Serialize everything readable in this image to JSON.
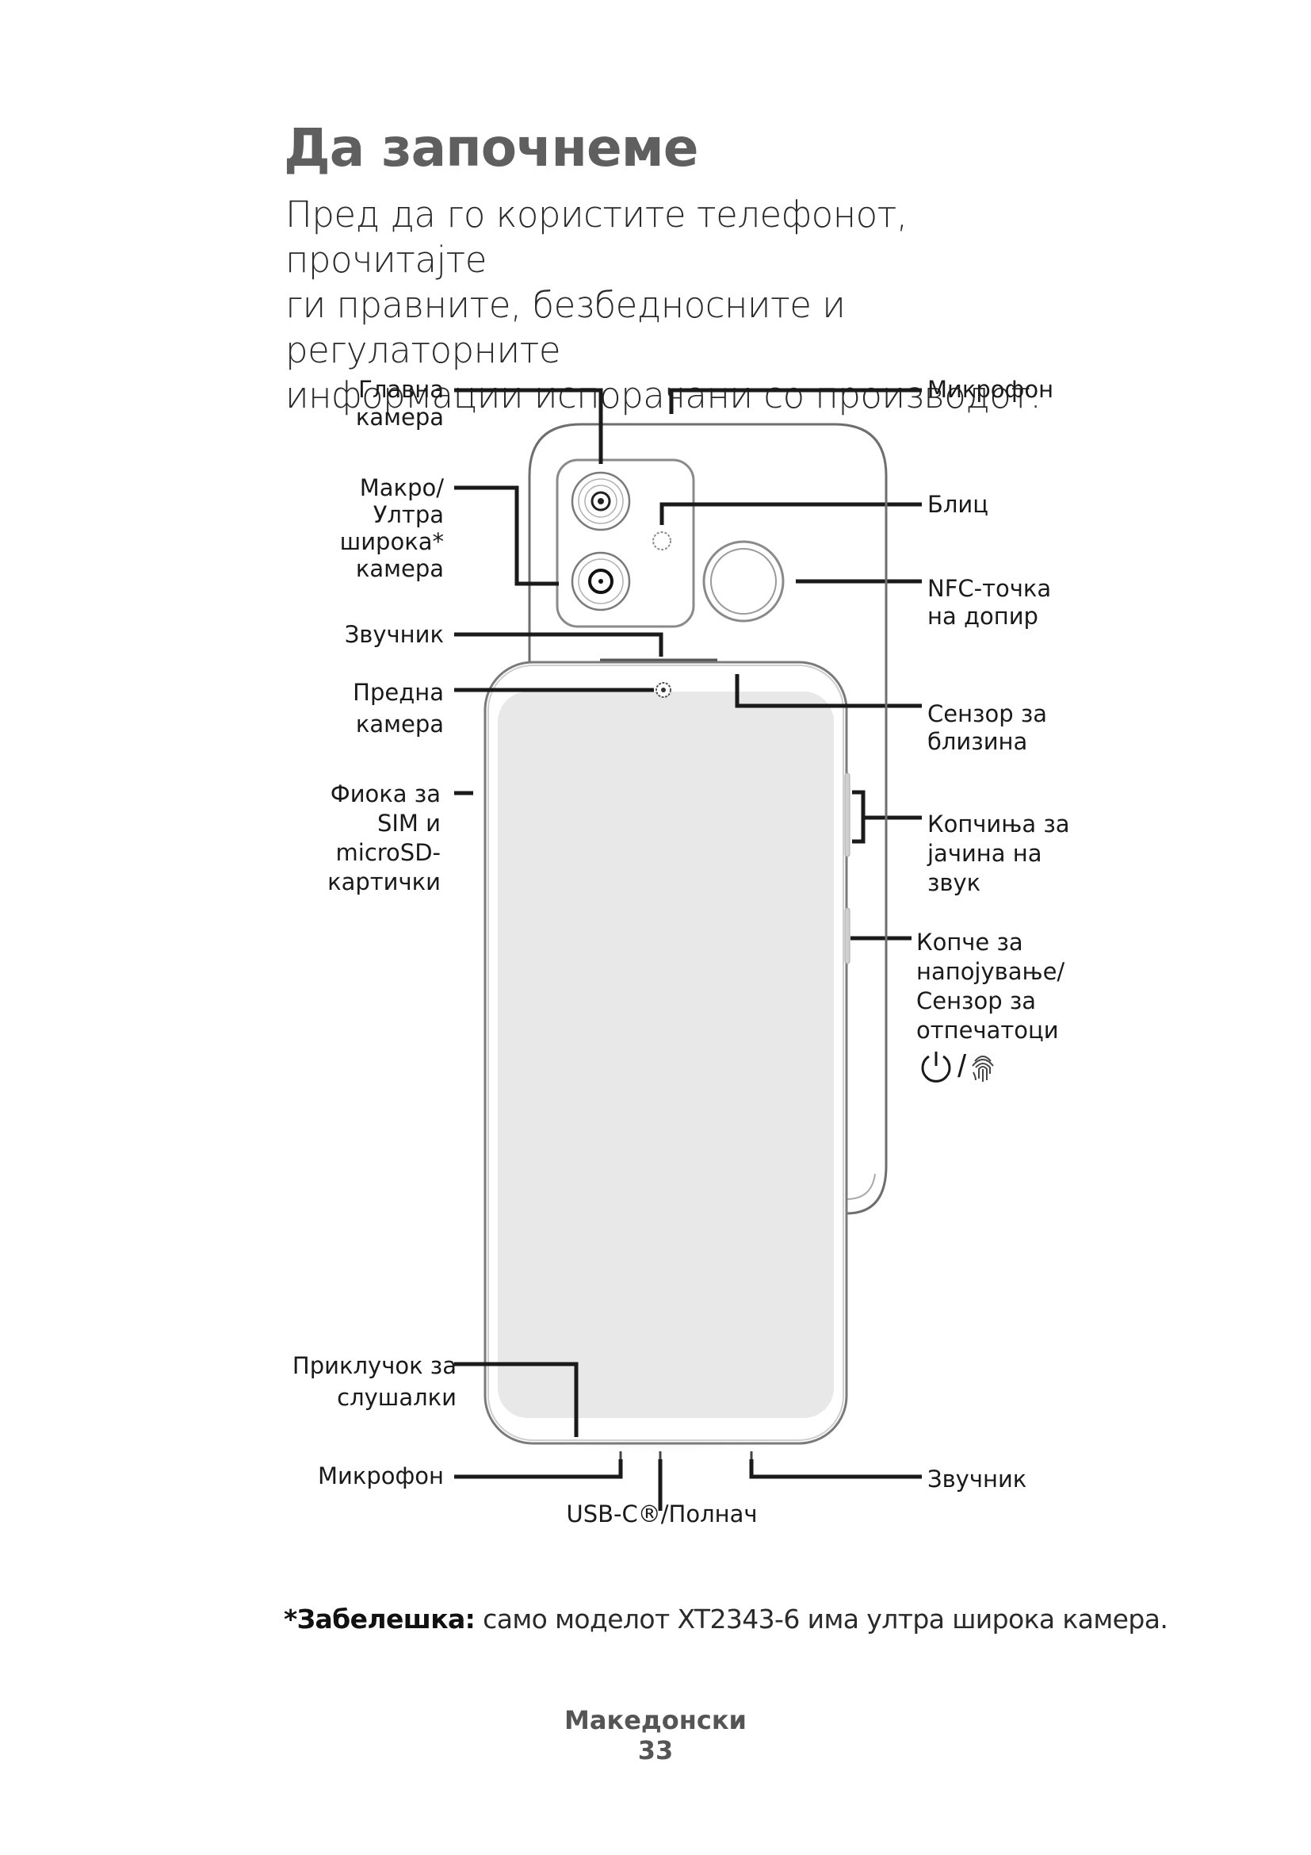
{
  "page": {
    "title": "Да започнеме",
    "intro_lines": [
      "Пред да го користите телефонот, прочитајте",
      "ги правните, безбедносните и регулаторните",
      "информации испорачани со производот."
    ]
  },
  "diagram": {
    "labels_left": {
      "main_camera": [
        "Главна",
        "камера"
      ],
      "macro_camera": [
        "Макро/",
        "Ултра",
        "широка*",
        "камера"
      ],
      "earpiece": [
        "Звучник"
      ],
      "front_camera": [
        "Предна",
        "камера"
      ],
      "sim_tray": [
        "Фиока за",
        "SIM и",
        "microSD-",
        "картички"
      ],
      "headphone_jack": [
        "Приклучок за",
        "слушалки"
      ],
      "bottom_mic": [
        "Микрофон"
      ]
    },
    "labels_right": {
      "top_mic": [
        "Микрофон"
      ],
      "flash": [
        "Блиц"
      ],
      "nfc": [
        "NFC-точка",
        "на допир"
      ],
      "proximity": [
        "Сензор за",
        "близина"
      ],
      "volume": [
        "Копчиња за",
        "јачина на",
        "звук"
      ],
      "power": [
        "Копче за",
        "напојување/",
        "Сензор за",
        "отпечатоци"
      ],
      "bottom_speaker": [
        "Звучник"
      ]
    },
    "label_bottom": {
      "usb": "USB-C®/Полнач"
    },
    "icons": {
      "power": "power-icon",
      "separator": "/",
      "fingerprint": "fingerprint-icon"
    }
  },
  "note": {
    "prefix": "*Забелешка:",
    "text": " само моделот XT2343-6 има ултра широка камера."
  },
  "footer": {
    "language": "Македонски",
    "page_number": "33"
  }
}
